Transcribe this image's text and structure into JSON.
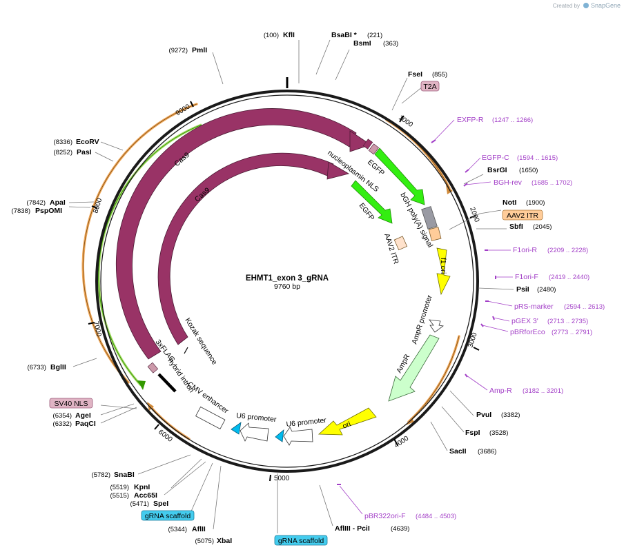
{
  "credit": {
    "prefix": "Created by",
    "brand": "SnapGene"
  },
  "plasmid": {
    "name": "EHMT1_exon 3_gRNA",
    "length": "9760 bp",
    "total_bp": 9760
  },
  "colors": {
    "backbone": "#1a1a1a",
    "cas9": "#993366",
    "egfp": "#33ee11",
    "polyA": "#999aa3",
    "itr": "#ffcc99",
    "f1ori": "#ffff00",
    "ampR": "#ccffcc",
    "ori": "#ffff00",
    "u6": "#ffffff",
    "gRNA": "#00bbee",
    "nls": "#cc99aa",
    "primer": "#a23ec7",
    "orf": "#f0a85a",
    "orf_green": "#339900"
  },
  "tick_labels": [
    "1000",
    "2000",
    "3000",
    "4000",
    "5000",
    "6000",
    "7000",
    "8000",
    "9000"
  ],
  "sites": [
    {
      "name": "KflI",
      "pos": "(100)"
    },
    {
      "name": "BsaBI  *",
      "pos": "(221)"
    },
    {
      "name": "BsmI",
      "pos": "(363)"
    },
    {
      "name": "FseI",
      "pos": "(855)"
    },
    {
      "name": "BsrGI",
      "pos": "(1650)"
    },
    {
      "name": "NotI",
      "pos": "(1900)"
    },
    {
      "name": "SbfI",
      "pos": "(2045)"
    },
    {
      "name": "PsiI",
      "pos": "(2480)"
    },
    {
      "name": "PvuI",
      "pos": "(3382)"
    },
    {
      "name": "FspI",
      "pos": "(3528)"
    },
    {
      "name": "SacII",
      "pos": "(3686)"
    },
    {
      "name": "AflIII  -  PciI",
      "pos": "(4639)"
    },
    {
      "name": "XbaI",
      "pos": "(5075)"
    },
    {
      "name": "AflII",
      "pos": "(5344)"
    },
    {
      "name": "SpeI",
      "pos": "(5471)"
    },
    {
      "name": "Acc65I",
      "pos": "(5515)"
    },
    {
      "name": "KpnI",
      "pos": "(5519)"
    },
    {
      "name": "SnaBI",
      "pos": "(5782)"
    },
    {
      "name": "PaqCI",
      "pos": "(6332)"
    },
    {
      "name": "AgeI",
      "pos": "(6354)"
    },
    {
      "name": "BglII",
      "pos": "(6733)"
    },
    {
      "name": "PspOMI",
      "pos": "(7838)"
    },
    {
      "name": "ApaI",
      "pos": "(7842)"
    },
    {
      "name": "PasI",
      "pos": "(8252)"
    },
    {
      "name": "EcoRV",
      "pos": "(8336)"
    },
    {
      "name": "PmlI",
      "pos": "(9272)"
    }
  ],
  "primers": [
    {
      "name": "EXFP-R",
      "range": "(1247 .. 1266)"
    },
    {
      "name": "EGFP-C",
      "range": "(1594 .. 1615)"
    },
    {
      "name": "BGH-rev",
      "range": "(1685 .. 1702)"
    },
    {
      "name": "F1ori-R",
      "range": "(2209 .. 2228)"
    },
    {
      "name": "F1ori-F",
      "range": "(2419 .. 2440)"
    },
    {
      "name": "pRS-marker",
      "range": "(2594 .. 2613)"
    },
    {
      "name": "pGEX 3'",
      "range": "(2713 .. 2735)"
    },
    {
      "name": "pBRforEco",
      "range": "(2773 .. 2791)"
    },
    {
      "name": "Amp-R",
      "range": "(3182 .. 3201)"
    },
    {
      "name": "pBR322ori-F",
      "range": "(4484 .. 4503)"
    }
  ],
  "boxed_labels": [
    "T2A",
    "AAV2 ITR",
    "SV40 NLS",
    "gRNA scaffold",
    "gRNA scaffold"
  ],
  "features": [
    "Cas9",
    "Cas9",
    "EGFP",
    "EGFP",
    "nucleoplasmin NLS",
    "bGH poly(A) signal",
    "AAV2 ITR",
    "f1 ori",
    "AmpR promoter",
    "AmpR",
    "ori",
    "U6 promoter",
    "U6 promoter",
    "CMV enhancer",
    "hybrid intron",
    "3xFLAG",
    "Kozak sequence"
  ]
}
